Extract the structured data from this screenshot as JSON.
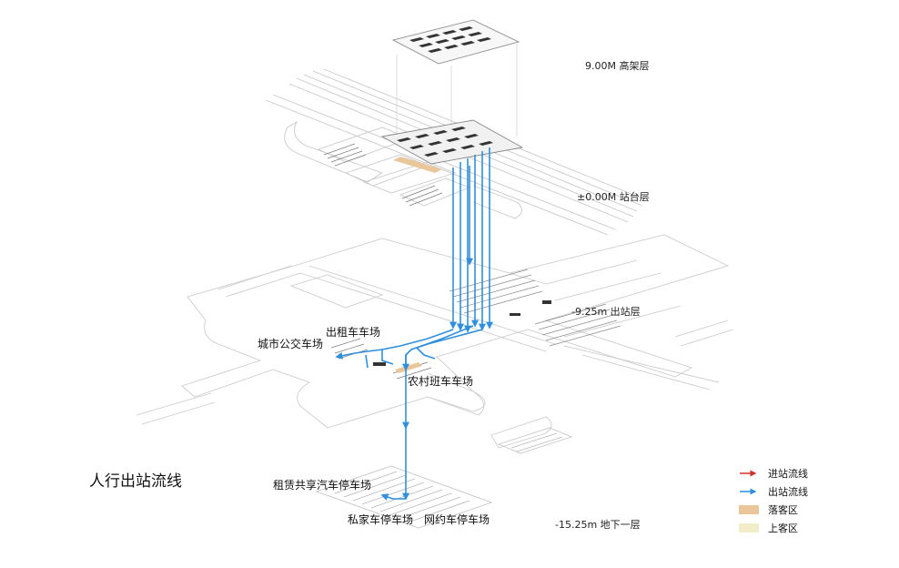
{
  "title": "人行出站流线",
  "levels": {
    "elevated": "9.00M 高架层",
    "platform": "±0.00M 站台层",
    "exit": "-9.25m 出站层",
    "basement": "-15.25m 地下一层"
  },
  "zones": {
    "taxi": "出租车车场",
    "city_bus": "城市公交车场",
    "rural_bus": "农村班车车场",
    "rental": "租赁共享汽车停车场",
    "private": "私家车停车场",
    "ride_hailing": "网约车停车场"
  },
  "legend": [
    {
      "label": "进站流线",
      "type": "arrow",
      "color": "#d0312d"
    },
    {
      "label": "出站流线",
      "type": "arrow",
      "color": "#2f8fdc"
    },
    {
      "label": "落客区",
      "type": "box",
      "color": "#e9c79a"
    },
    {
      "label": "上客区",
      "type": "box",
      "color": "#f3ecc8"
    }
  ],
  "colors": {
    "flow": "#2f8fdc",
    "plan_line": "#c8c8c8",
    "dark": "#333333",
    "dropoff": "#e9c79a"
  }
}
